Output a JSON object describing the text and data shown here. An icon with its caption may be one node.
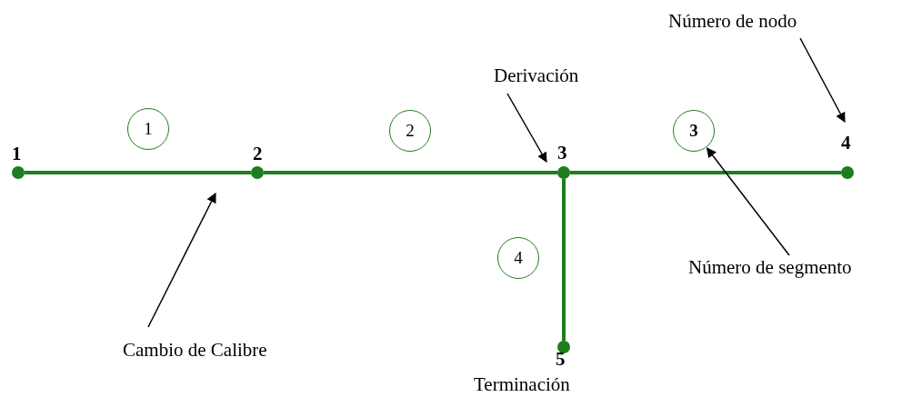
{
  "diagram": {
    "nodes": [
      {
        "text": [
          "1"
        ]
      },
      {
        "text": [
          "2"
        ]
      },
      {
        "text": [
          "3"
        ]
      },
      {
        "text": [
          "4"
        ]
      },
      {
        "text": [
          "5"
        ],
        "beside": [
          "Terminación"
        ]
      },
      {
        "text": [
          "1"
        ]
      },
      {
        "text": [
          "2"
        ]
      },
      {
        "text": [
          "3"
        ]
      },
      {
        "text": [
          "4"
        ]
      },
      {
        "text": [
          "Número de nodo"
        ]
      },
      {
        "text": [
          "Derivación"
        ]
      },
      {
        "text": [
          "Número de segmento"
        ]
      },
      {
        "text": [
          "Cambio de Calibre"
        ]
      }
    ],
    "edges": [
      {
        "from": 0,
        "to": 1,
        "arrow": "none",
        "style": "thick",
        "color": "#1e7d1e"
      },
      {
        "from": 1,
        "to": 2,
        "arrow": "none",
        "style": "thick",
        "color": "#1e7d1e"
      },
      {
        "from": 2,
        "to": 3,
        "arrow": "none",
        "style": "thick",
        "color": "#1e7d1e"
      },
      {
        "from": 2,
        "to": 4,
        "arrow": "none",
        "style": "thick",
        "color": "#1e7d1e"
      },
      {
        "from": 9,
        "to": 3,
        "arrow": "to",
        "color": "#000000"
      },
      {
        "from": 10,
        "to": 2,
        "arrow": "to",
        "color": "#000000"
      },
      {
        "from": 11,
        "to": 7,
        "arrow": "to",
        "color": "#000000"
      },
      {
        "from": 12,
        "to": null,
        "arrow": "to",
        "color": "#000000"
      }
    ]
  }
}
